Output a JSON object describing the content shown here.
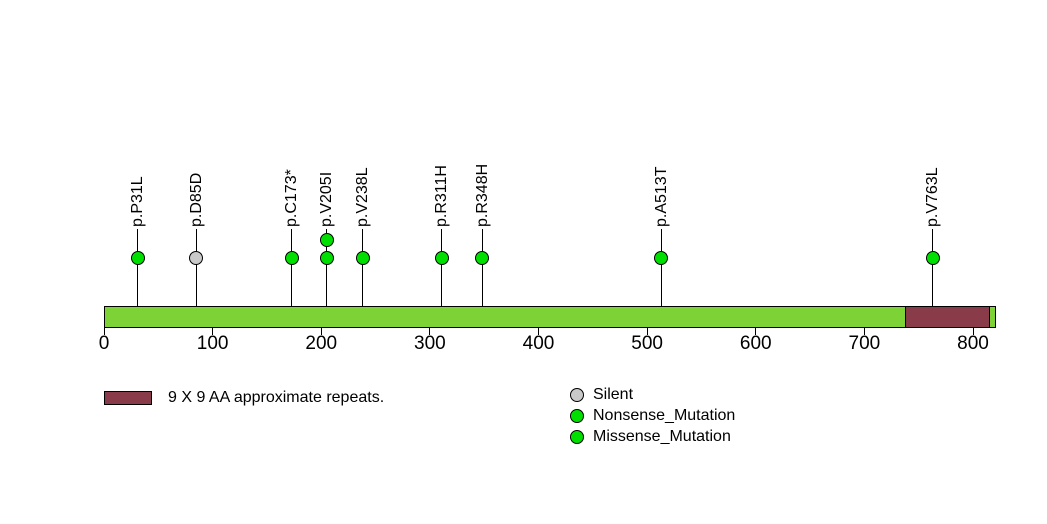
{
  "chart_data": {
    "type": "lollipop",
    "title": "",
    "xlabel": "",
    "ylabel": "",
    "xlim": [
      0,
      821
    ],
    "x_ticks": [
      0,
      100,
      200,
      300,
      400,
      500,
      600,
      700,
      800
    ],
    "grid": false,
    "bar_color": "#7DD336",
    "mutations": [
      {
        "label": "p.P31L",
        "position": 31,
        "count": 1,
        "class": "Missense_Mutation",
        "color": "#00E000"
      },
      {
        "label": "p.D85D",
        "position": 85,
        "count": 1,
        "class": "Silent",
        "color": "#C9C9C9"
      },
      {
        "label": "p.C173*",
        "position": 173,
        "count": 1,
        "class": "Nonsense_Mutation",
        "color": "#00E000"
      },
      {
        "label": "p.V205I",
        "position": 205,
        "count": 2,
        "class": "Missense_Mutation",
        "color": "#00E000"
      },
      {
        "label": "p.V238L",
        "position": 238,
        "count": 1,
        "class": "Missense_Mutation",
        "color": "#00E000"
      },
      {
        "label": "p.R311H",
        "position": 311,
        "count": 1,
        "class": "Missense_Mutation",
        "color": "#00E000"
      },
      {
        "label": "p.R348H",
        "position": 348,
        "count": 1,
        "class": "Missense_Mutation",
        "color": "#00E000"
      },
      {
        "label": "p.A513T",
        "position": 513,
        "count": 1,
        "class": "Missense_Mutation",
        "color": "#00E000"
      },
      {
        "label": "p.V763L",
        "position": 763,
        "count": 1,
        "class": "Missense_Mutation",
        "color": "#00E000"
      }
    ],
    "domains": [
      {
        "label": "9 X 9 AA approximate repeats.",
        "start": 737,
        "end": 816,
        "color": "#8A3B4A"
      }
    ],
    "legend": {
      "domain_items": [
        {
          "label": "9 X 9 AA approximate repeats.",
          "color": "#8A3B4A"
        }
      ],
      "variant_items": [
        {
          "label": "Silent",
          "color": "#C9C9C9"
        },
        {
          "label": "Nonsense_Mutation",
          "color": "#00E000"
        },
        {
          "label": "Missense_Mutation",
          "color": "#00E000"
        }
      ]
    }
  }
}
